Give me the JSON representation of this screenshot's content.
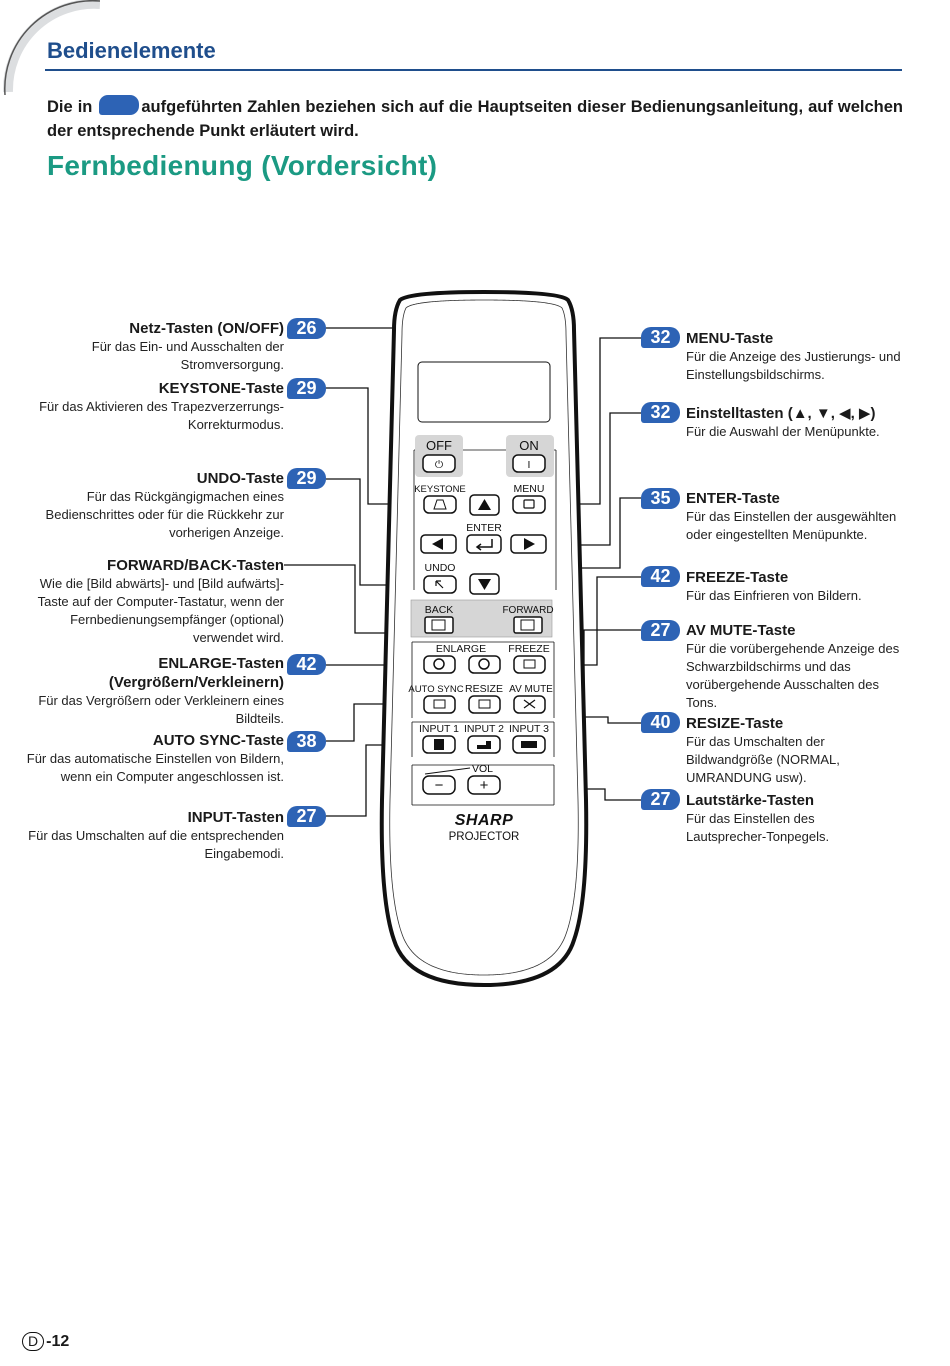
{
  "section_title": "Bedienelemente",
  "intro": {
    "before": "Die in",
    "after": "aufgeführten Zahlen beziehen sich auf die Hauptseiten dieser Bedienungsanleitung, auf welchen der entsprechende Punkt erläutert wird."
  },
  "heading": "Fernbedienung (Vordersicht)",
  "left_labels": [
    {
      "title": "Netz-Tasten (ON/OFF)",
      "desc": "Für das Ein- und Ausschalten der Stromversorgung.",
      "page": "26"
    },
    {
      "title": "KEYSTONE-Taste",
      "desc": "Für das Aktivieren des Trapezverzerrungs-Korrekturmodus.",
      "page": "29"
    },
    {
      "title": "UNDO-Taste",
      "desc": "Für das Rückgängigmachen eines Bedienschrittes oder für die Rückkehr zur vorherigen Anzeige.",
      "page": "29"
    },
    {
      "title": "FORWARD/BACK-Tasten",
      "desc": "Wie die [Bild abwärts]- und [Bild aufwärts]-Taste auf der Computer-Tastatur, wenn der Fernbedienungsempfänger (optional) verwendet wird.",
      "page": ""
    },
    {
      "title": "ENLARGE-Tasten",
      "title2": "(Vergrößern/Verkleinern)",
      "desc": "Für das Vergrößern oder Verkleinern eines Bildteils.",
      "page": "42"
    },
    {
      "title": "AUTO SYNC-Taste",
      "desc": "Für das automatische Einstellen von Bildern, wenn ein Computer angeschlossen ist.",
      "page": "38"
    },
    {
      "title": "INPUT-Tasten",
      "desc": "Für das Umschalten auf die entsprechenden Eingabemodi.",
      "page": "27"
    }
  ],
  "right_labels": [
    {
      "title": "MENU-Taste",
      "desc": "Für die Anzeige des Justierungs- und Einstellungsbildschirms.",
      "page": "32"
    },
    {
      "title": "Einstelltasten (▲, ▼, ◀, ▶)",
      "desc": "Für die Auswahl der Menüpunkte.",
      "page": "32"
    },
    {
      "title": "ENTER-Taste",
      "desc": "Für das Einstellen der ausgewählten oder eingestellten Menüpunkte.",
      "page": "35"
    },
    {
      "title": "FREEZE-Taste",
      "desc": "Für das Einfrieren von Bildern.",
      "page": "42"
    },
    {
      "title": "AV MUTE-Taste",
      "desc": "Für die vorübergehende Anzeige des Schwarzbildschirms und das vorübergehende Ausschalten des Tons.",
      "page": "27"
    },
    {
      "title": "RESIZE-Taste",
      "desc": "Für das Umschalten der Bildwandgröße (NORMAL, UMRANDUNG usw).",
      "page": "40"
    },
    {
      "title": "Lautstärke-Tasten",
      "desc": "Für das Einstellen des Lautsprecher-Tonpegels.",
      "page": "27"
    }
  ],
  "remote": {
    "off": "OFF",
    "on": "ON",
    "off_symbol": "⏻",
    "on_symbol": "I",
    "keystone": "KEYSTONE",
    "menu": "MENU",
    "enter": "ENTER",
    "undo": "UNDO",
    "back": "BACK",
    "forward": "FORWARD",
    "enlarge": "ENLARGE",
    "freeze": "FREEZE",
    "auto_sync": "AUTO SYNC",
    "resize": "RESIZE",
    "av_mute": "AV MUTE",
    "input1": "INPUT 1",
    "input2": "INPUT 2",
    "input3": "INPUT 3",
    "vol": "VOL",
    "vol_minus": "−",
    "vol_plus": "+",
    "brand": "SHARP",
    "model": "PROJECTOR"
  },
  "footer": {
    "letter": "D",
    "page": "-12"
  },
  "colors": {
    "title_blue": "#1f4e8c",
    "badge_blue": "#2d63b5",
    "heading_green": "#1b9a83"
  }
}
